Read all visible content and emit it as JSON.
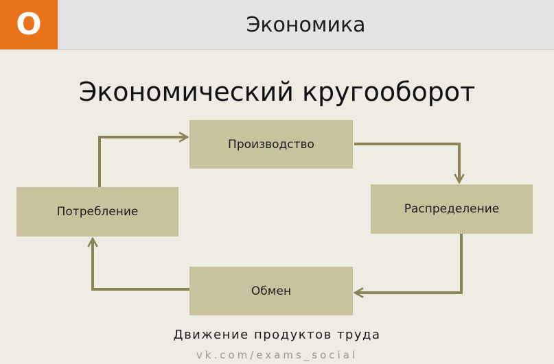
{
  "header": {
    "logo_letter": "О",
    "title": "Экономика"
  },
  "diagram": {
    "title": "Экономический кругооборот",
    "nodes": {
      "production": "Производство",
      "distribution": "Распределение",
      "exchange": "Обмен",
      "consumption": "Потребление"
    },
    "caption": "Движение продуктов труда"
  },
  "footer": {
    "watermark": "vk.com/exams_social"
  },
  "colors": {
    "accent": "#e8731a",
    "node_fill": "#c8c29e",
    "arrow": "#8b8455",
    "background": "#efece3"
  }
}
